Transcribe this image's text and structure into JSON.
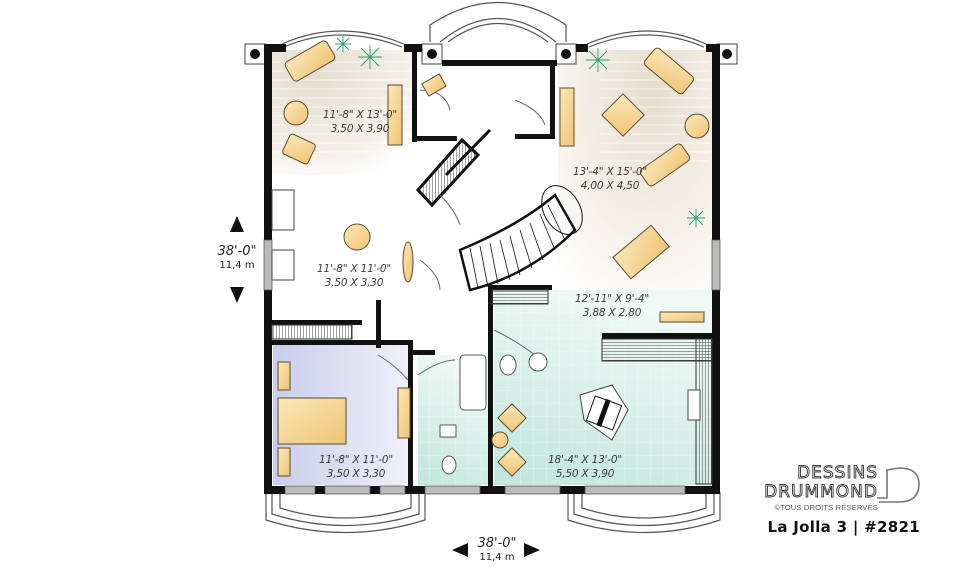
{
  "plan": {
    "name": "La Jolla 3 | #2821",
    "brand": {
      "line1": "DESSINS",
      "line2": "DRUMMOND",
      "copyright": "©TOUS DROITS RÉSERVÉS"
    }
  },
  "dimensions": {
    "vertical": {
      "imperial": "38'-0\"",
      "metric": "11,4 m"
    },
    "horizontal": {
      "imperial": "38'-0\"",
      "metric": "11,4 m"
    }
  },
  "rooms": [
    {
      "id": "living-room-left",
      "imperial": "11'-8\" X 13'-0\"",
      "metric": "3,50 X 3,90"
    },
    {
      "id": "family-room-right",
      "imperial": "13'-4\" X 15'-0\"",
      "metric": "4,00 X 4,50"
    },
    {
      "id": "dinette-left",
      "imperial": "11'-8\" X 11'-0\"",
      "metric": "3,50 X 3,30"
    },
    {
      "id": "dining-room",
      "imperial": "12'-11\" X 9'-4\"",
      "metric": "3,88 X 2,80"
    },
    {
      "id": "bedroom",
      "imperial": "11'-8\" X 11'-0\"",
      "metric": "3,50 X 3,30"
    },
    {
      "id": "kitchen",
      "imperial": "18'-4\" X 13'-0\"",
      "metric": "5,50 X 3,90"
    }
  ],
  "colors": {
    "wall": "#111111",
    "furniture": "#f6d89a",
    "furniture_stroke": "#5a4a30",
    "beige_floor": "#ece6dc",
    "bedroom_floor": "#d9dcf0",
    "tile_floor": "#d6eee8",
    "plant": "#2e9a6e"
  }
}
